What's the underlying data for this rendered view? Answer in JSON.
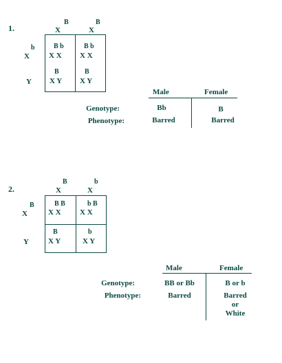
{
  "p1": {
    "number": "1.",
    "top": [
      {
        "base": "X",
        "sup": "B"
      },
      {
        "base": "X",
        "sup": "B"
      }
    ],
    "left": [
      {
        "base": "X",
        "sup": "b"
      },
      {
        "base": "Y",
        "sup": ""
      }
    ],
    "cells": [
      {
        "sup": "B  b",
        "base": "X X"
      },
      {
        "sup": "B  b",
        "base": "X X"
      },
      {
        "sup": "B",
        "base": "X Y"
      },
      {
        "sup": "B",
        "base": "X Y"
      }
    ],
    "table": {
      "header_male": "Male",
      "header_female": "Female",
      "genotype_label": "Genotype:",
      "phenotype_label": "Phenotype:",
      "male_genotype": "Bb",
      "female_genotype": "B",
      "male_phenotype": "Barred",
      "female_phenotype": "Barred"
    }
  },
  "p2": {
    "number": "2.",
    "top": [
      {
        "base": "X",
        "sup": "B"
      },
      {
        "base": "X",
        "sup": "b"
      }
    ],
    "left": [
      {
        "base": "X",
        "sup": "B"
      },
      {
        "base": "Y",
        "sup": ""
      }
    ],
    "cells": [
      {
        "sup": "B  B",
        "base": "X  X"
      },
      {
        "sup": "b  B",
        "base": "X  X"
      },
      {
        "sup": "B",
        "base": "X  Y"
      },
      {
        "sup": "b",
        "base": "X  Y"
      }
    ],
    "table": {
      "header_male": "Male",
      "header_female": "Female",
      "genotype_label": "Genotype:",
      "phenotype_label": "Phenotype:",
      "male_genotype": "BB or Bb",
      "female_genotype": "B or b",
      "male_phenotype": "Barred",
      "female_phenotype_1": "Barred",
      "female_phenotype_2": "or",
      "female_phenotype_3": "White"
    }
  }
}
